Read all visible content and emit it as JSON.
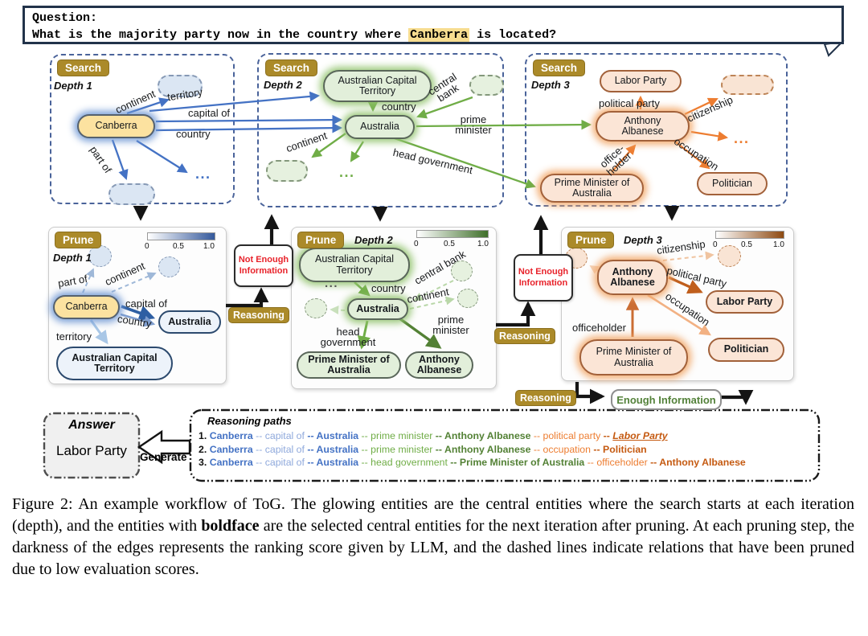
{
  "question": {
    "label": "Question:",
    "before": "What is the majority party now in the country where ",
    "entity": "Canberra",
    "after": " is located?"
  },
  "badges": {
    "search": "Search",
    "prune": "Prune",
    "reasoning": "Reasoning"
  },
  "depths": {
    "d1": "Depth 1",
    "d2": "Depth 2",
    "d3": "Depth 3"
  },
  "flow": {
    "not_enough": "Not Enough Information",
    "enough": "Enough Information",
    "generate": "Generate"
  },
  "scale_ticks": [
    "0",
    "0.5",
    "1.0"
  ],
  "ellipsis": "...",
  "search1": {
    "nodes": {
      "canberra": "Canberra"
    },
    "labels": {
      "continent": "continent",
      "territory": "territory",
      "capital_of": "capital of",
      "country": "country",
      "part_of": "part of"
    }
  },
  "search2": {
    "nodes": {
      "act": "Australian Capital Territory",
      "australia": "Australia"
    },
    "labels": {
      "country": "country",
      "central_bank": "central bank",
      "prime_minister": "prime minister",
      "continent": "continent",
      "head_government": "head government"
    }
  },
  "search3": {
    "nodes": {
      "labor": "Labor Party",
      "aa": "Anthony Albanese",
      "pm": "Prime Minister of Australia",
      "politician": "Politician"
    },
    "labels": {
      "political_party": "political party",
      "citizenship": "citizenship",
      "occupation": "occupation",
      "officeholder": "office-holder"
    }
  },
  "prune1": {
    "nodes": {
      "canberra": "Canberra",
      "australia": "Australia",
      "act": "Australian Capital Territory"
    },
    "labels": {
      "part_of": "part of",
      "continent": "continent",
      "capital_of": "capital of",
      "country": "country",
      "territory": "territory"
    }
  },
  "prune2": {
    "nodes": {
      "act": "Australian Capital Territory",
      "australia": "Australia",
      "pm": "Prime Minister of Australia",
      "aa": "Anthony Albanese"
    },
    "labels": {
      "country": "country",
      "central_bank": "central bank",
      "continent": "continent",
      "prime_minister": "prime minister",
      "head_government": "head government"
    }
  },
  "prune3": {
    "nodes": {
      "aa": "Anthony Albanese",
      "labor": "Labor Party",
      "politician": "Politician",
      "pm": "Prime Minister of Australia"
    },
    "labels": {
      "citizenship": "citizenship",
      "political_party": "political party",
      "occupation": "occupation",
      "officeholder": "officeholder"
    }
  },
  "answer": {
    "title": "Answer",
    "value": "Labor Party"
  },
  "reasoning_paths": {
    "title": "Reasoning paths",
    "paths": [
      [
        {
          "t": "1. ",
          "c": "num"
        },
        {
          "t": "Canberra",
          "c": "be"
        },
        {
          "t": " -- ",
          "c": "br"
        },
        {
          "t": "capital of",
          "c": "br"
        },
        {
          "t": " -- ",
          "c": "be"
        },
        {
          "t": "Australia",
          "c": "be"
        },
        {
          "t": " -- ",
          "c": "gr"
        },
        {
          "t": "prime minister",
          "c": "gr"
        },
        {
          "t": " -- ",
          "c": "ge"
        },
        {
          "t": "Anthony Albanese",
          "c": "ge"
        },
        {
          "t": " -- ",
          "c": "or"
        },
        {
          "t": "political party",
          "c": "or"
        },
        {
          "t": " -- ",
          "c": "oe"
        },
        {
          "t": "Labor Party",
          "c": "oeu"
        }
      ],
      [
        {
          "t": "2. ",
          "c": "num"
        },
        {
          "t": "Canberra",
          "c": "be"
        },
        {
          "t": " -- ",
          "c": "br"
        },
        {
          "t": "capital of",
          "c": "br"
        },
        {
          "t": " -- ",
          "c": "be"
        },
        {
          "t": "Australia",
          "c": "be"
        },
        {
          "t": " -- ",
          "c": "gr"
        },
        {
          "t": "prime minister",
          "c": "gr"
        },
        {
          "t": " -- ",
          "c": "ge"
        },
        {
          "t": "Anthony Albanese",
          "c": "ge"
        },
        {
          "t": " -- ",
          "c": "or"
        },
        {
          "t": "occupation",
          "c": "or"
        },
        {
          "t": " -- ",
          "c": "oe"
        },
        {
          "t": "Politician",
          "c": "oe"
        }
      ],
      [
        {
          "t": "3. ",
          "c": "num"
        },
        {
          "t": "Canberra",
          "c": "be"
        },
        {
          "t": " -- ",
          "c": "br"
        },
        {
          "t": "capital of",
          "c": "br"
        },
        {
          "t": " -- ",
          "c": "be"
        },
        {
          "t": "Australia",
          "c": "be"
        },
        {
          "t": " -- ",
          "c": "gr"
        },
        {
          "t": "head government",
          "c": "gr"
        },
        {
          "t": " -- ",
          "c": "ge"
        },
        {
          "t": "Prime Minister of Australia",
          "c": "ge"
        },
        {
          "t": " -- ",
          "c": "or"
        },
        {
          "t": "officeholder",
          "c": "or"
        },
        {
          "t": " -- ",
          "c": "oe"
        },
        {
          "t": "Anthony Albanese",
          "c": "oe"
        }
      ]
    ]
  },
  "caption": {
    "pre": "Figure 2:  An example workflow of ToG. The glowing entities are the central entities where the search starts at each iteration (depth), and the entities with ",
    "bold": "boldface",
    "post": " are the selected central entities for the next iteration after pruning. At each pruning step, the darkness of the edges represents the ranking score given by LLM, and the dashed lines indicate relations that have been pruned due to low evaluation scores."
  },
  "colors": {
    "gold_badge": "#ab8a29",
    "blue": "#4472C4",
    "green": "#70AD47",
    "orange": "#ED7D31",
    "alert_red": "#e8232b",
    "enough_green": "#54823a",
    "highlight": "#f7dd90"
  }
}
